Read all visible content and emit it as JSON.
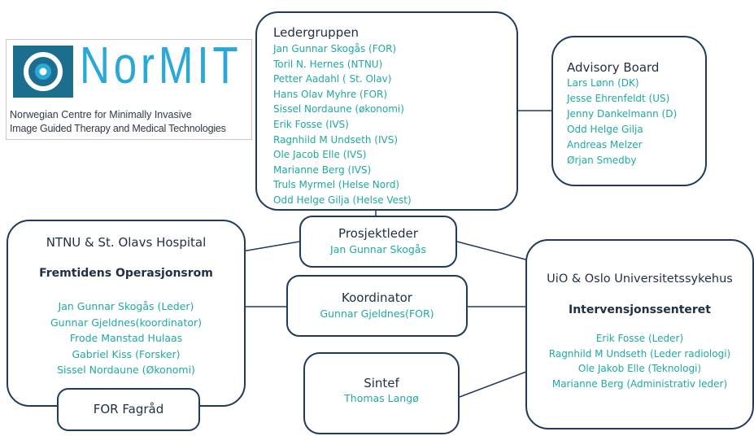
{
  "logo": {
    "wordmark": "NorMIT",
    "caption_line1": "Norwegian Centre for Minimally Invasive",
    "caption_line2": "Image Guided Therapy and Medical Technologies"
  },
  "ledergruppen": {
    "title": "Ledergruppen",
    "members": [
      "Jan Gunnar Skogås (FOR)",
      "Toril N. Hernes (NTNU)",
      "Petter Aadahl ( St. Olav)",
      "Hans Olav Myhre (FOR)",
      "Sissel Nordaune (økonomi)",
      "Erik Fosse (IVS)",
      "Ragnhild M Undseth (IVS)",
      "Ole Jacob Elle (IVS)",
      "Marianne Berg (IVS)",
      "Truls Myrmel (Helse Nord)",
      "Odd Helge Gilja (Helse Vest)"
    ]
  },
  "advisory_board": {
    "title": "Advisory Board",
    "members": [
      "Lars Lønn (DK)",
      "Jesse Ehrenfeldt (US)",
      "Jenny Dankelmann (D)",
      "Odd Helge Gilja",
      "Andreas Melzer",
      "Ørjan Smedby"
    ]
  },
  "prosjektleder": {
    "title": "Prosjektleder",
    "name": "Jan Gunnar Skogås"
  },
  "koordinator": {
    "title": "Koordinator",
    "name": "Gunnar Gjeldnes(FOR)"
  },
  "sintef": {
    "title": "Sintef",
    "name": "Thomas Langø"
  },
  "ntnu": {
    "title": "NTNU & St. Olavs Hospital",
    "subtitle": "Fremtidens Operasjonsrom",
    "members": [
      "Jan Gunnar Skogås (Leder)",
      "Gunnar Gjeldnes(koordinator)",
      "Frode Manstad Hulaas",
      "Gabriel Kiss (Forsker)",
      "Sissel Nordaune (Økonomi)"
    ]
  },
  "for_fagrad": {
    "title": "FOR Fagråd"
  },
  "uio": {
    "title": "UiO & Oslo Universitetssykehus",
    "subtitle": "Intervensjonssenteret",
    "members": [
      "Erik Fosse (Leder)",
      "Ragnhild M Undseth (Leder radiologi)",
      "Ole Jakob Elle (Teknologi)",
      "Marianne Berg (Administrativ leder)"
    ]
  },
  "colors": {
    "border": "#1f3a5c",
    "title": "#1f2f44",
    "member": "#1eaaa0",
    "logo_blue": "#1b6e8e",
    "logo_light": "#2aa9d6"
  }
}
